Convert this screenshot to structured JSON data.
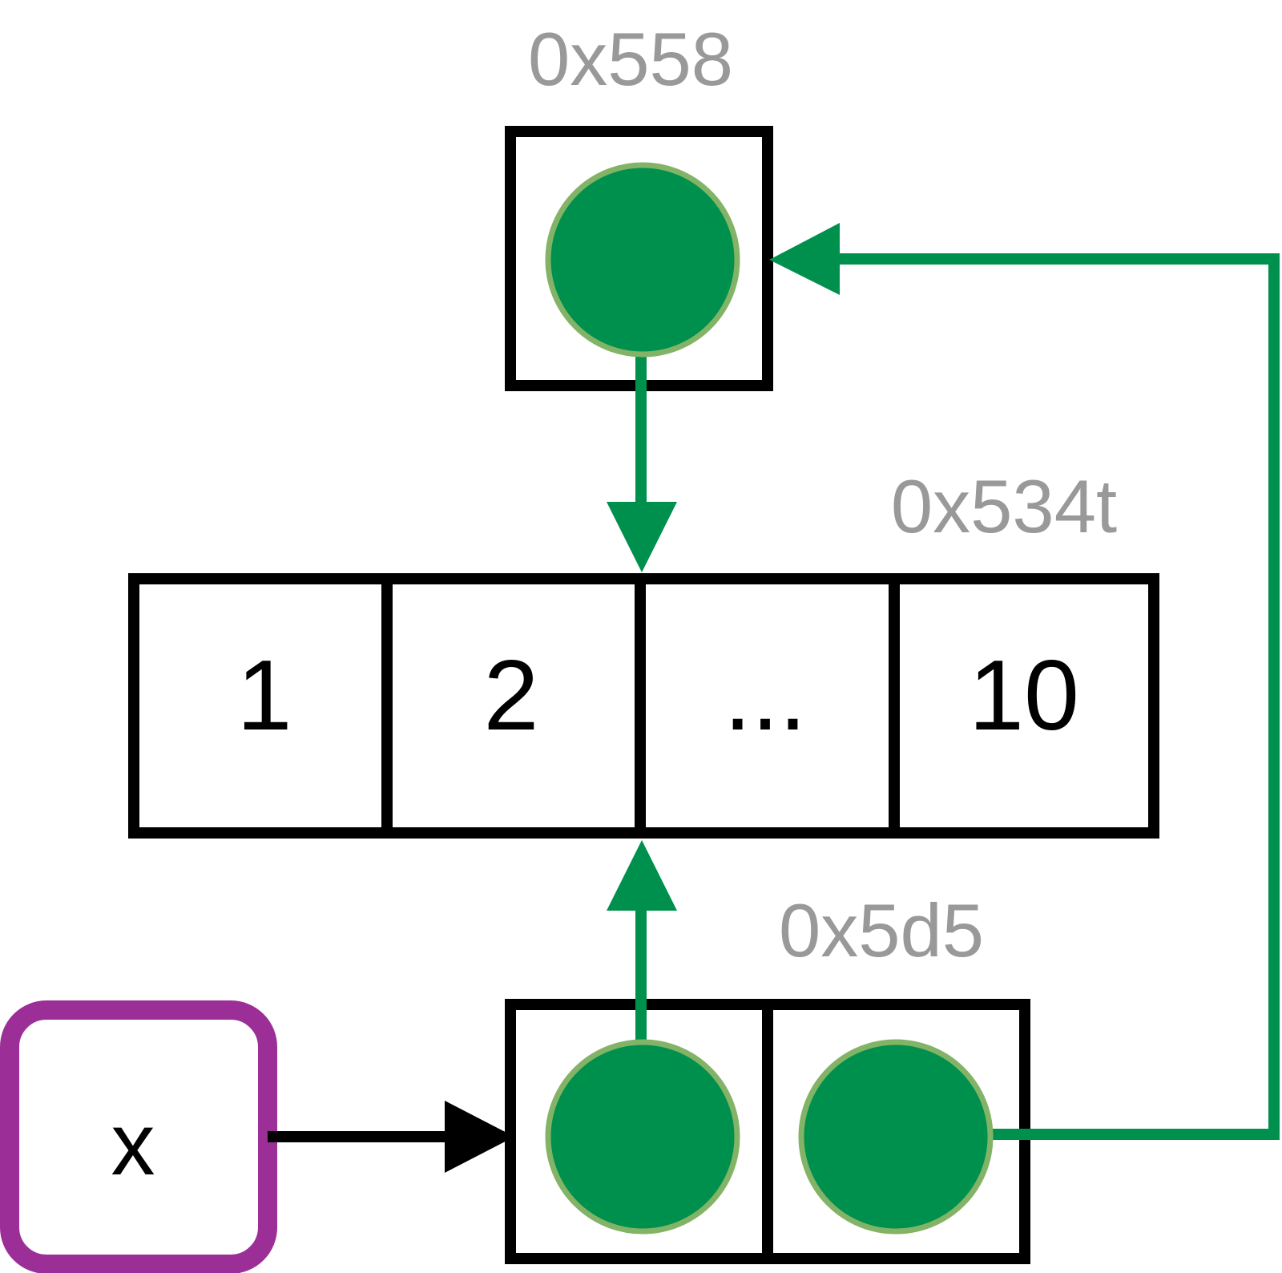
{
  "addresses": {
    "top_box": "0x558",
    "array": "0x534t",
    "pair_box": "0x5d5"
  },
  "array_cells": [
    "1",
    "2",
    "...",
    "10"
  ],
  "variable": {
    "label": "x"
  },
  "colors": {
    "box_stroke": "#000000",
    "pointer_fill": "#00904E",
    "pointer_outline": "#82B366",
    "pointer_arrow": "#00904E",
    "address_text": "#999999",
    "variable_border": "#9B2E97"
  }
}
